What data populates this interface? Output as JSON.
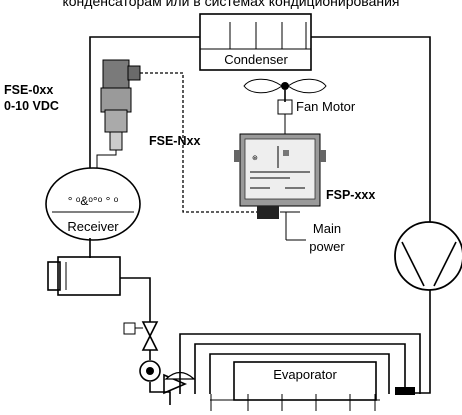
{
  "header_text": "конденсаторам или в системах кондиционирования",
  "condenser_label": "Condenser",
  "fan_motor_label": "Fan Motor",
  "receiver_label": "Receiver",
  "evaporator_label": "Evaporator",
  "sensor_label_line1": "FSE-0xx",
  "sensor_label_line2": "0-10 VDC",
  "cable_label": "FSE-Nxx",
  "controller_label": "FSP-xxx",
  "main_power_line1": "Main",
  "main_power_line2": "power"
}
